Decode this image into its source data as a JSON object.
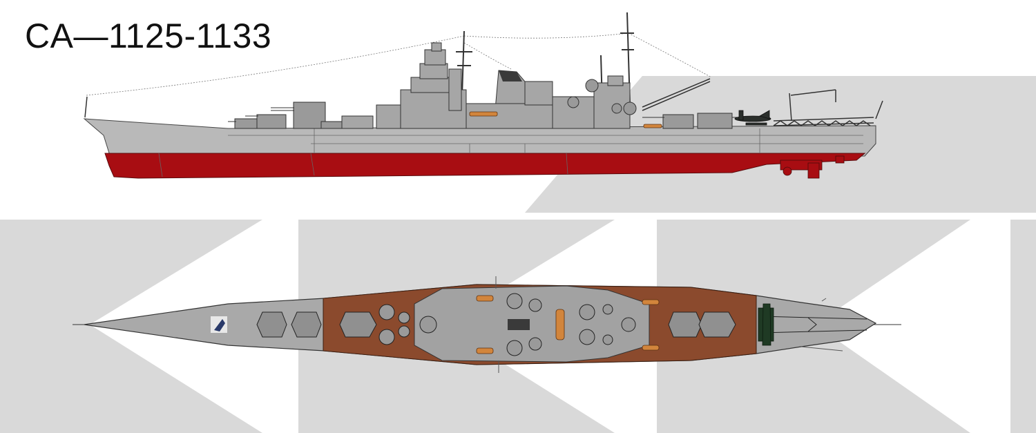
{
  "title": "CA—1125-1133",
  "views": [
    {
      "view": "side-profile"
    },
    {
      "view": "top-plan"
    }
  ],
  "colors": {
    "background": "#ffffff",
    "backdrop_gray": "#d9d9d9",
    "hull_gray": "#b9b9b9",
    "deck_gray": "#a9a9a9",
    "superstructure_gray": "#a6a6a6",
    "antifouling_red": "#a80d12",
    "deck_wood": "#8b4a2d",
    "line": "#3a3a3a"
  },
  "icons": [
    "floatplane-icon",
    "catapult-crane-icon",
    "gun-turret-icon"
  ]
}
